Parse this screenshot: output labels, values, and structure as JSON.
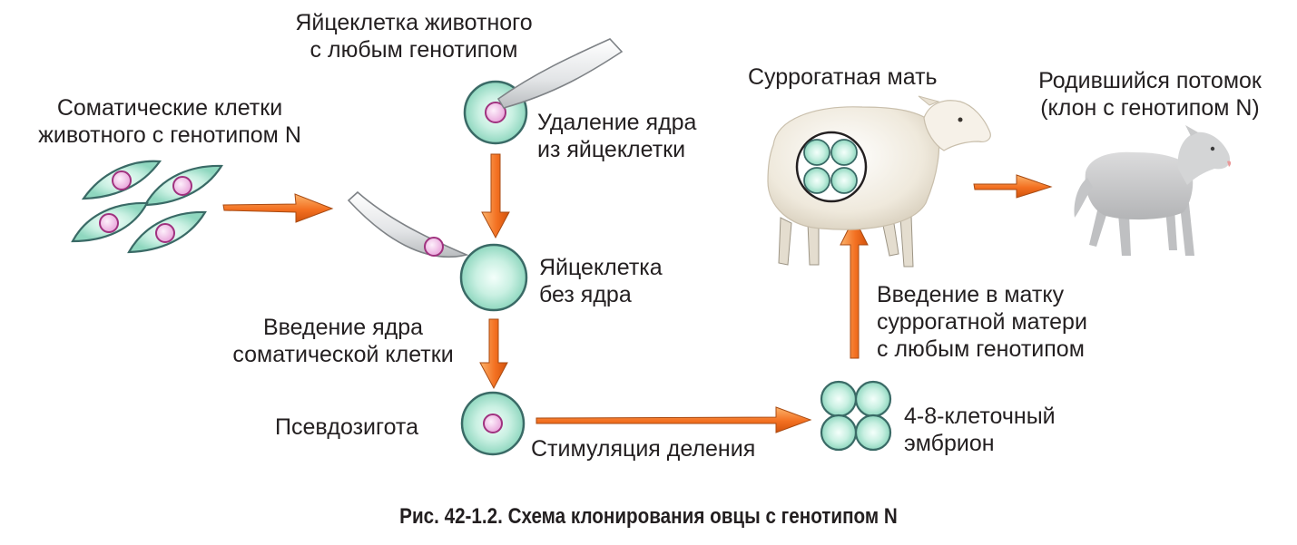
{
  "labels": {
    "egg_source": [
      "Яйцеклетка животного",
      "с любым генотипом"
    ],
    "somatic_cells": [
      "Соматические клетки",
      "животного с генотипом N"
    ],
    "nucleus_removal": [
      "Удаление ядра",
      "из яйцеклетки"
    ],
    "egg_without_nucleus": [
      "Яйцеклетка",
      "без ядра"
    ],
    "nucleus_insertion": [
      "Введение ядра",
      "соматической клетки"
    ],
    "pseudozygote": "Псевдозигота",
    "division_stimulation": "Стимуляция деления",
    "embryo": [
      "4-8-клеточный",
      "эмбрион"
    ],
    "implantation": [
      "Введение в матку",
      "суррогатной матери",
      "с любым генотипом"
    ],
    "surrogate_mother": "Суррогатная мать",
    "offspring": [
      "Родившийся потомок",
      "(клон с генотипом N)"
    ]
  },
  "caption": "Рис. 42-1.2. Схема клонирования овцы с генотипом N",
  "colors": {
    "cell_fill": "#b5e8d5",
    "cell_stroke": "#3a6a66",
    "nucleus_fill": "#f2c8ec",
    "nucleus_stroke": "#a0327f",
    "arrow": "#f37021",
    "arrow_stroke": "#a84a12",
    "pipette": "#e4e6e8",
    "sheep_adult": "#f2ede2",
    "sheep_lamb": "#c9cacb"
  }
}
